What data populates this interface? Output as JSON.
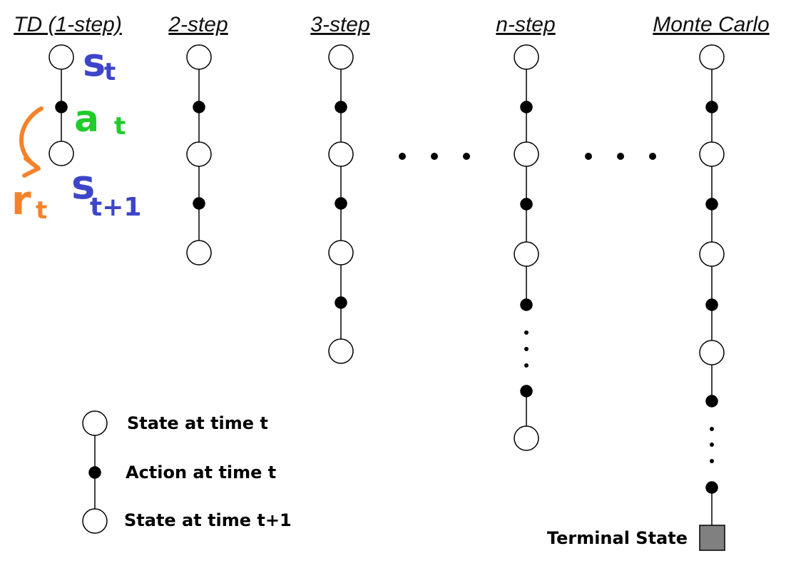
{
  "columns": [
    {
      "id": "td",
      "title": "TD (1-step)"
    },
    {
      "id": "two",
      "title": "2-step"
    },
    {
      "id": "three",
      "title": "3-step"
    },
    {
      "id": "n",
      "title": "n-step"
    },
    {
      "id": "mc",
      "title": "Monte Carlo"
    }
  ],
  "legend": {
    "state": "State at time t",
    "action": "Action at time t",
    "next_state": "State at time t+1",
    "terminal": "Terminal State"
  },
  "annotations": {
    "state_t": {
      "base": "s",
      "sub": "t"
    },
    "action_t": {
      "base": "a",
      "sub": "t"
    },
    "state_t1": {
      "base": "s",
      "sub": "t+1"
    },
    "reward_t": {
      "base": "r",
      "sub": "t"
    }
  },
  "colors": {
    "state_fill": "#ffffff",
    "action_fill": "#000000",
    "terminal_fill": "#808080",
    "annot_blue": "#3d45c8",
    "annot_green": "#1fcc2a",
    "annot_orange": "#f5822a"
  }
}
